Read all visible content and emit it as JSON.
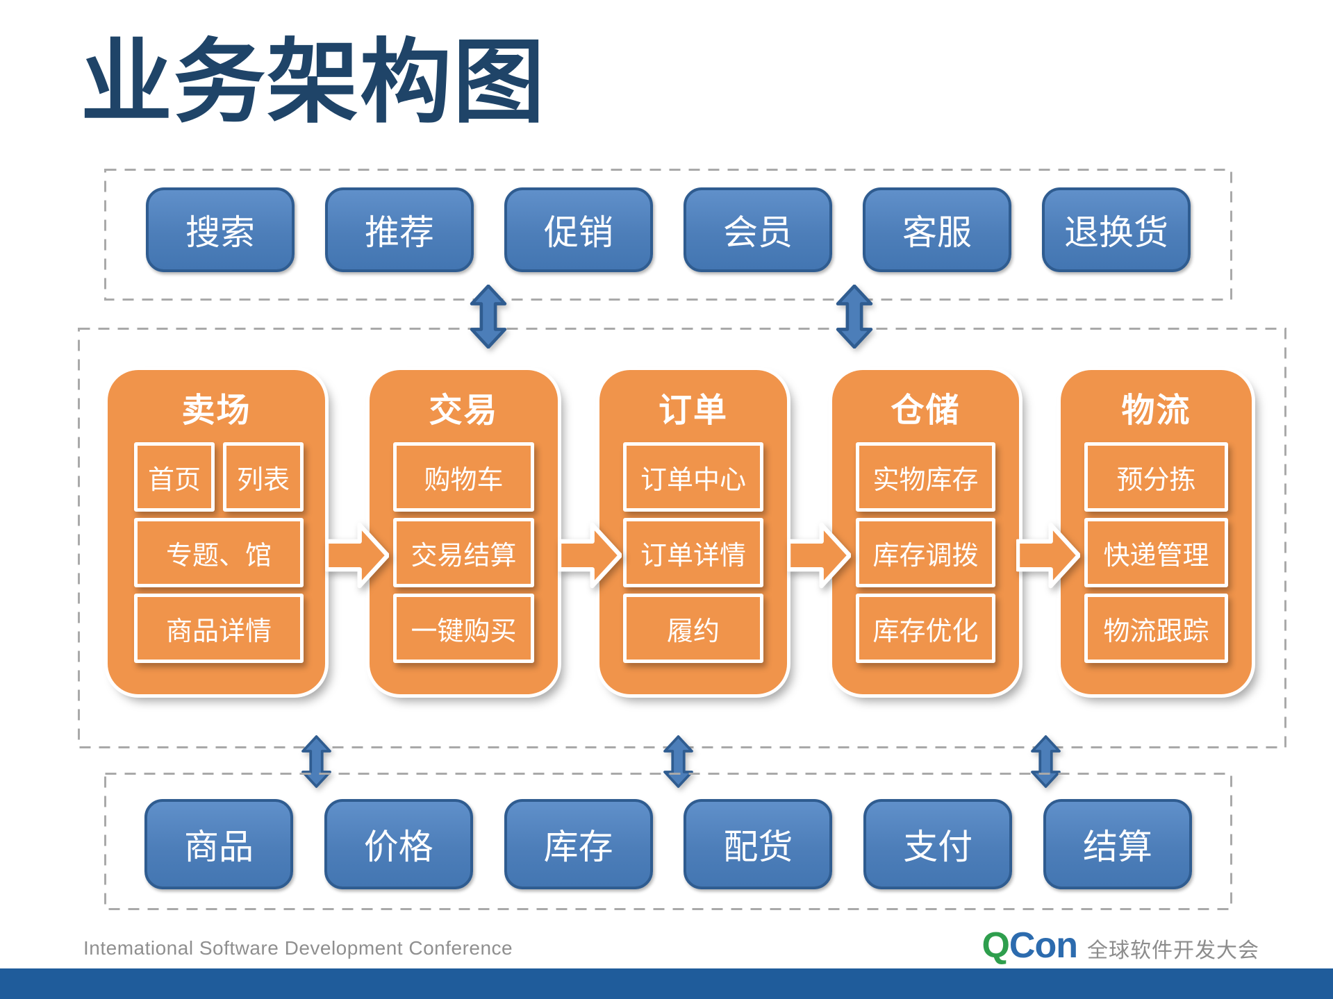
{
  "title": "业务架构图",
  "top_row": {
    "items": [
      "搜索",
      "推荐",
      "促销",
      "会员",
      "客服",
      "退换货"
    ]
  },
  "middle": {
    "groups": [
      {
        "name": "卖场",
        "cells": [
          "首页",
          "列表",
          "专题、馆",
          "商品详情"
        ]
      },
      {
        "name": "交易",
        "cells": [
          "购物车",
          "交易结算",
          "一键购买"
        ]
      },
      {
        "name": "订单",
        "cells": [
          "订单中心",
          "订单详情",
          "履约"
        ]
      },
      {
        "name": "仓储",
        "cells": [
          "实物库存",
          "库存调拨",
          "库存优化"
        ]
      },
      {
        "name": "物流",
        "cells": [
          "预分拣",
          "快递管理",
          "物流跟踪"
        ]
      }
    ]
  },
  "bottom_row": {
    "items": [
      "商品",
      "价格",
      "库存",
      "配货",
      "支付",
      "结算"
    ]
  },
  "footer": {
    "conference": "Intemational Software Development Conference",
    "logo": {
      "q": "Q",
      "con": "Con",
      "tagline": "全球软件开发大会"
    }
  },
  "colors": {
    "title": "#1F4468",
    "blue_box_fill": "#4D7EB9",
    "blue_box_border": "#2F5C90",
    "orange": "#F0944B",
    "dashed_border": "#A9A9A9",
    "footer_bar": "#1F5C9B",
    "logo_green": "#2E9E4D",
    "logo_blue": "#2C6BAE",
    "footer_text": "#8F8F8F"
  }
}
